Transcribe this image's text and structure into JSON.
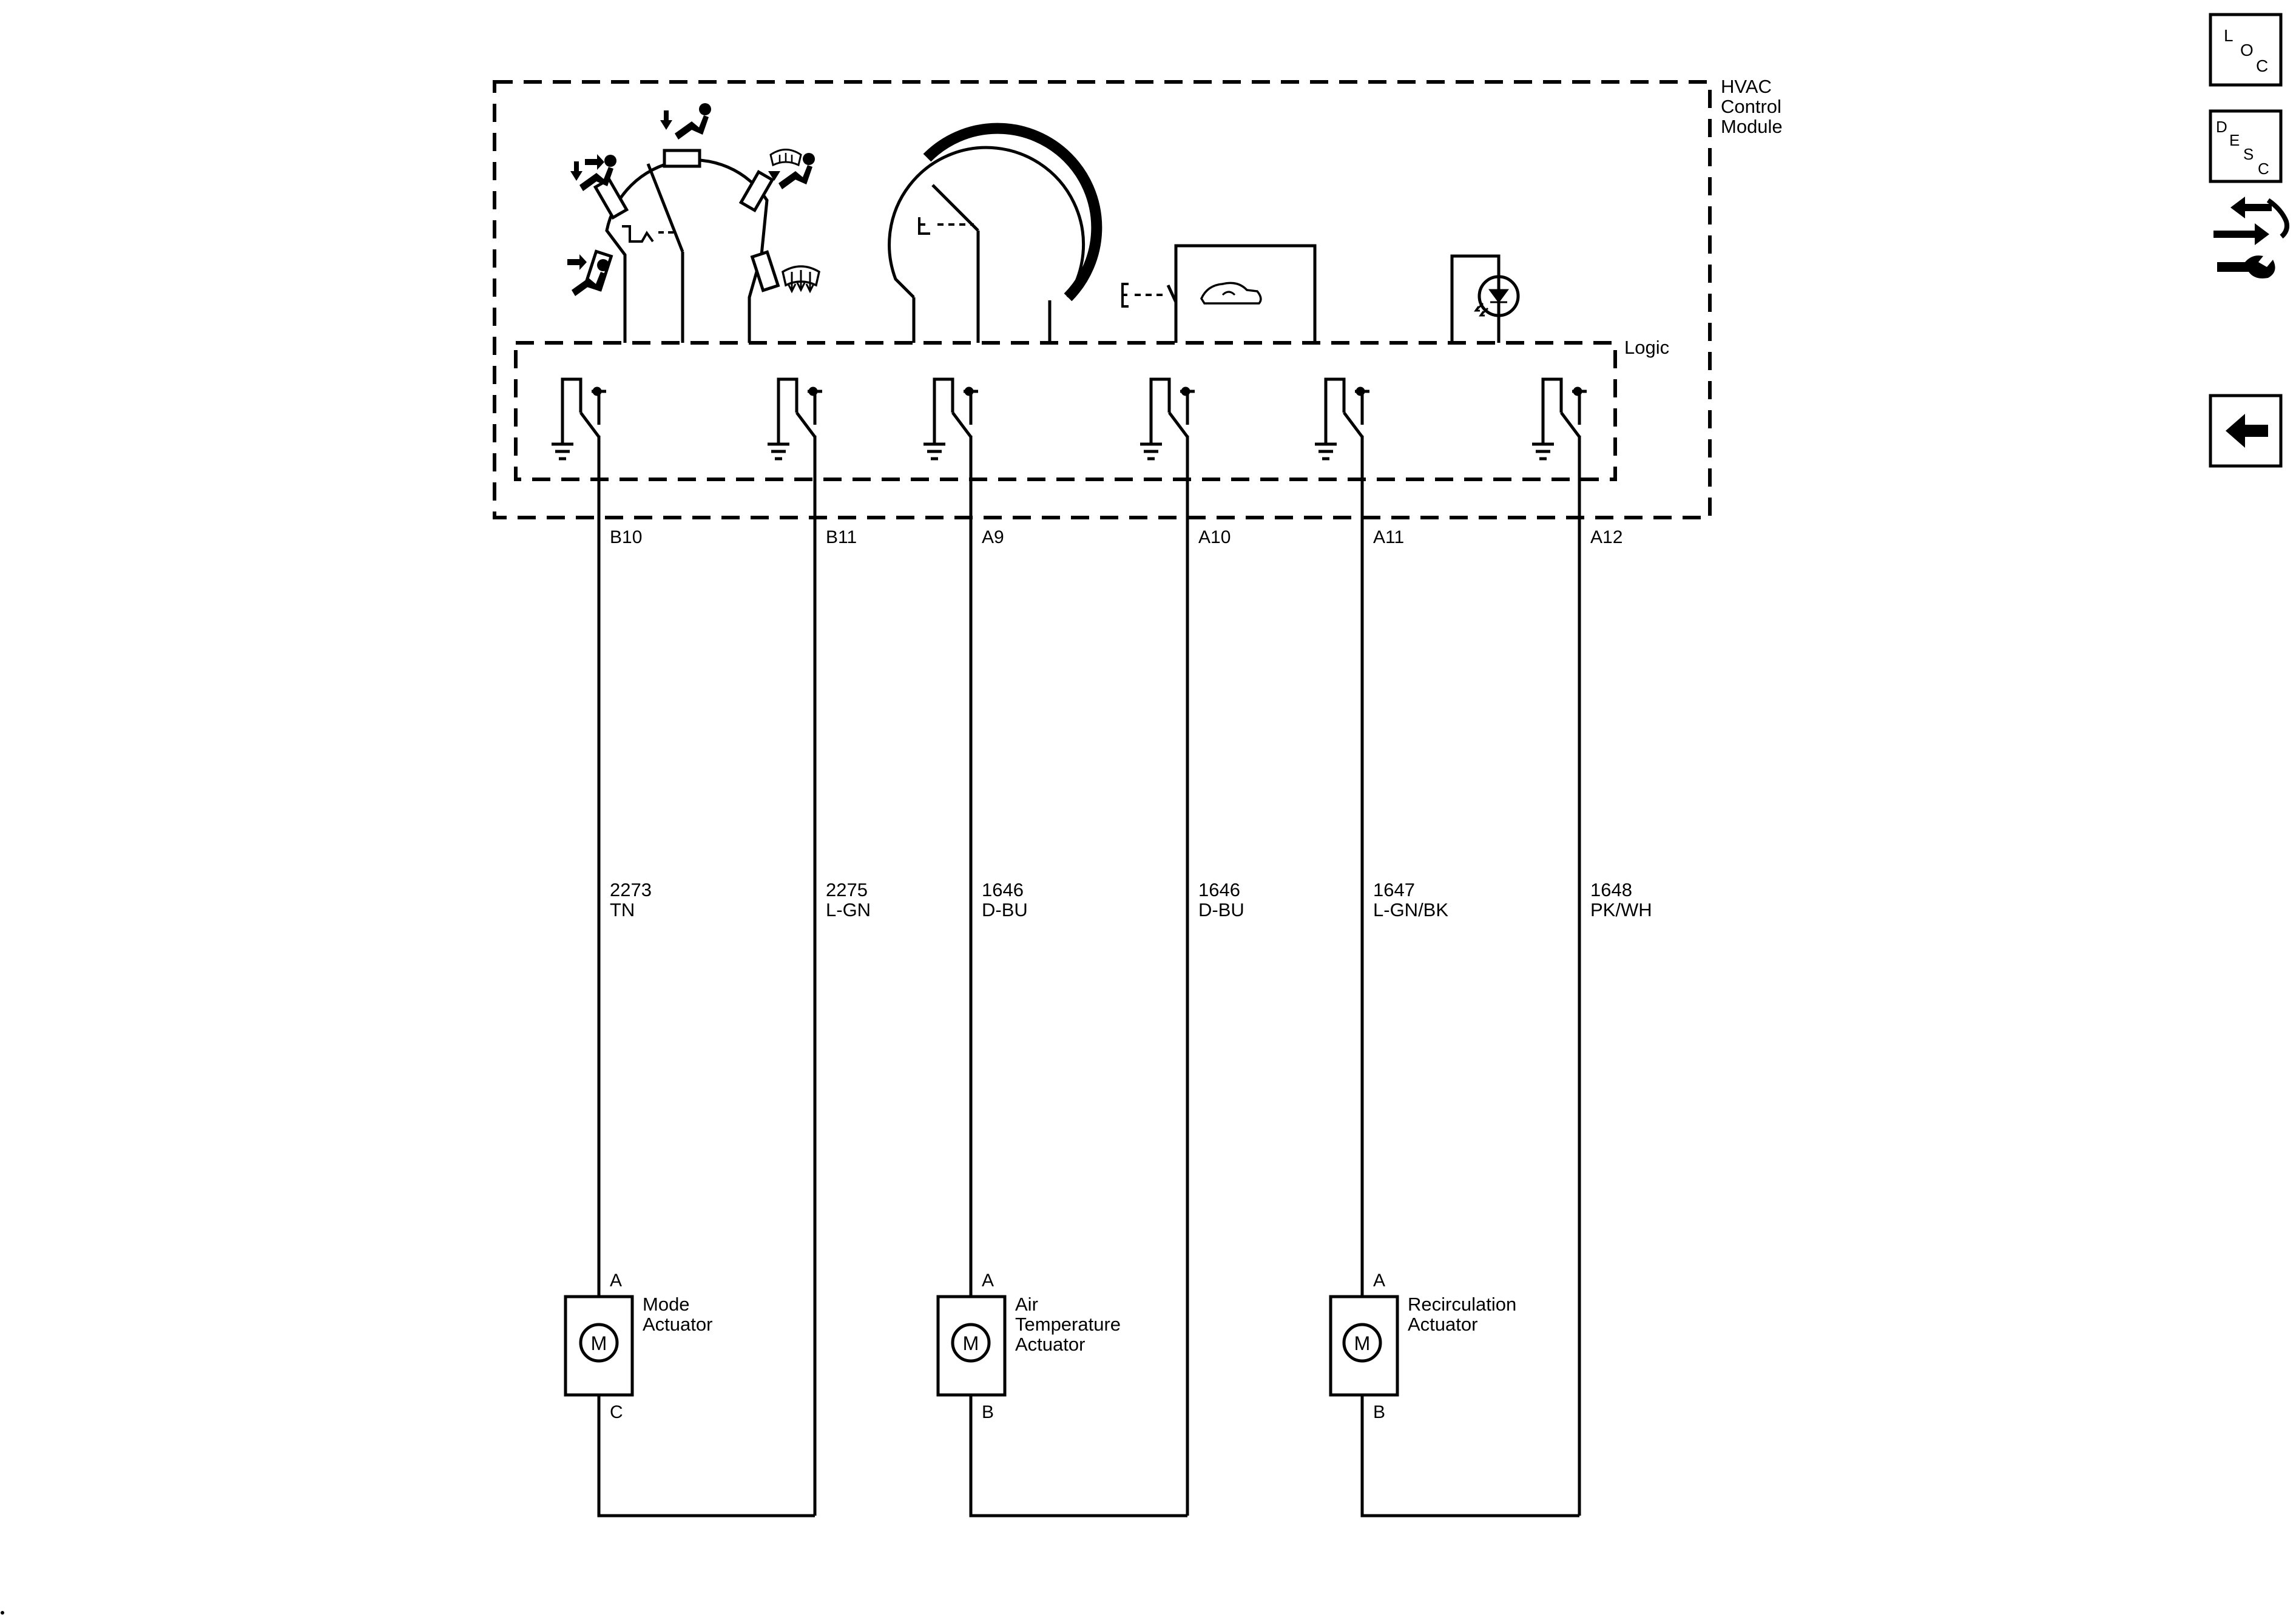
{
  "module": {
    "title_lines": [
      "HVAC",
      "Control",
      "Module"
    ],
    "logic_label": "Logic"
  },
  "circuits": [
    {
      "pin": "B10",
      "wire_number": "2273",
      "wire_color": "TN"
    },
    {
      "pin": "B11",
      "wire_number": "2275",
      "wire_color": "L-GN"
    },
    {
      "pin": "A9",
      "wire_number": "1646",
      "wire_color": "D-BU"
    },
    {
      "pin": "A10",
      "wire_number": "1646",
      "wire_color": "D-BU"
    },
    {
      "pin": "A11",
      "wire_number": "1647",
      "wire_color": "L-GN/BK"
    },
    {
      "pin": "A12",
      "wire_number": "1648",
      "wire_color": "PK/WH"
    }
  ],
  "actuators": [
    {
      "name_lines": [
        "Mode",
        "Actuator"
      ],
      "motor_symbol": "M",
      "pin_top": "A",
      "pin_bottom": "C"
    },
    {
      "name_lines": [
        "Air",
        "Temperature",
        "Actuator"
      ],
      "motor_symbol": "M",
      "pin_top": "A",
      "pin_bottom": "B"
    },
    {
      "name_lines": [
        "Recirculation",
        "Actuator"
      ],
      "motor_symbol": "M",
      "pin_top": "A",
      "pin_bottom": "B"
    }
  ],
  "nav": {
    "loc": {
      "letters": [
        "L",
        "O",
        "C"
      ],
      "icon": "loc-icon"
    },
    "desc": {
      "letters": [
        "D",
        "E",
        "S",
        "C"
      ],
      "icon": "desc-icon"
    },
    "connector_icon": "connector-repair-icon",
    "back_icon": "back-arrow-icon"
  }
}
